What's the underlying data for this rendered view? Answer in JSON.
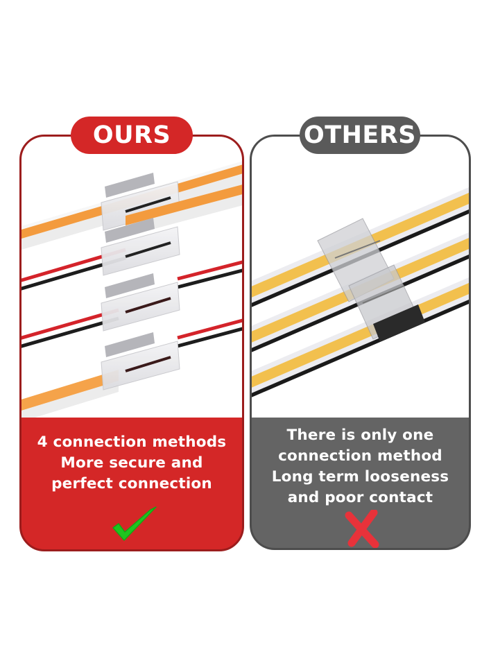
{
  "left_panel": {
    "label": "OURS",
    "caption_lines": [
      "4 connection methods",
      "More secure and",
      "perfect connection"
    ],
    "mark": "check-icon",
    "colors": {
      "panel": "#d42727",
      "border": "#9c1d1d",
      "mark": "#1fc41f"
    },
    "illustration": "4 COB LED strip connectors: strip-to-strip, strip-to-wire, wire-to-wire, wire-to-strip"
  },
  "right_panel": {
    "label": "OTHERS",
    "caption_lines": [
      "There is only one",
      "connection method",
      "Long term looseness",
      "and poor contact"
    ],
    "mark": "cross-icon",
    "colors": {
      "panel": "#646464",
      "border": "#4d4d4d",
      "mark": "#e8323a"
    },
    "illustration": "Strip-to-strip connectors only"
  }
}
